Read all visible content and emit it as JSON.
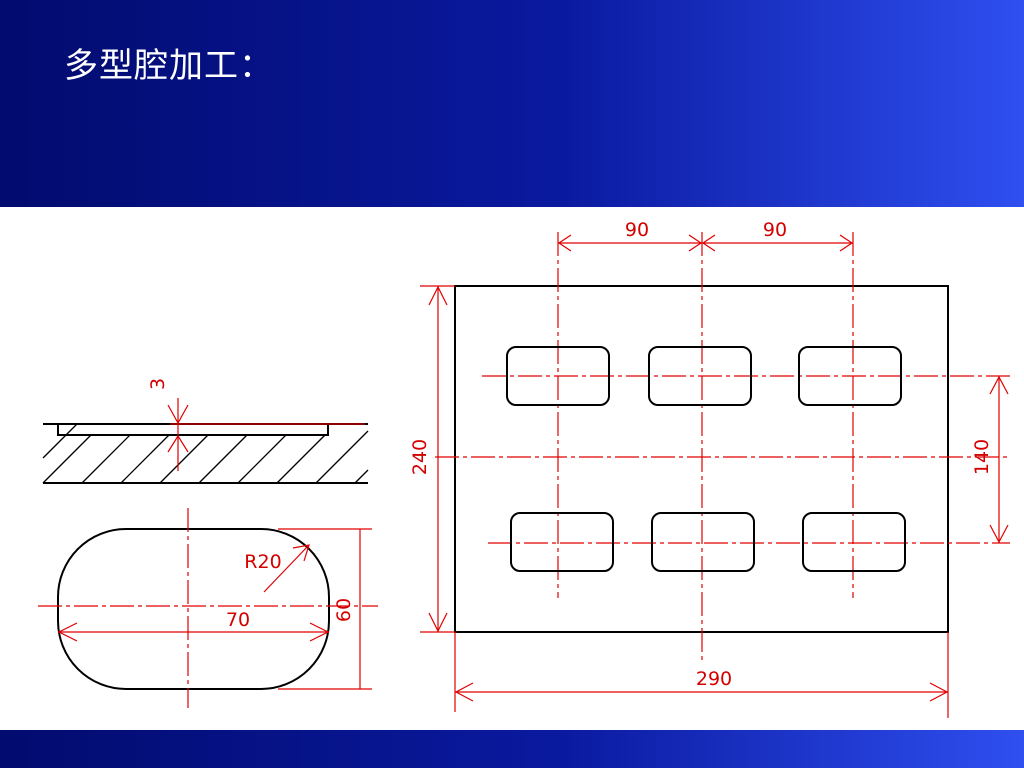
{
  "slide": {
    "title": "多型腔加工：",
    "colors": {
      "background_dark": "#020b6e",
      "background_light": "#2f4ff0",
      "drawing_red": "#e00000",
      "outline_black": "#000000"
    }
  },
  "diagram": {
    "section_view": {
      "depth_label": "3"
    },
    "pocket_detail": {
      "radius_label": "R20",
      "length_label": "70",
      "width_label": "60"
    },
    "plate_layout": {
      "pitch_left_label": "90",
      "pitch_right_label": "90",
      "height_label": "240",
      "row_spacing_label": "140",
      "width_label": "290"
    }
  }
}
